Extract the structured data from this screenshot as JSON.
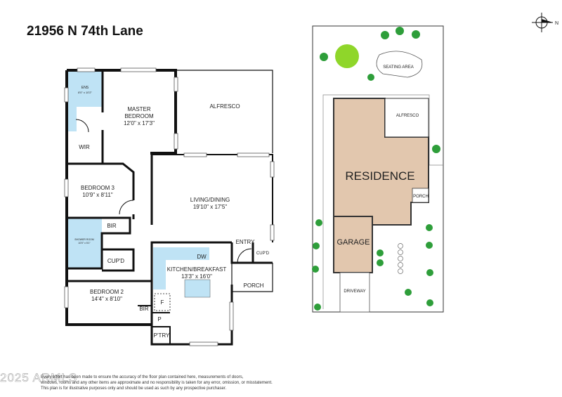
{
  "title": "21956 N 74th Lane",
  "rooms": {
    "ens": "ENS",
    "ens_dim": "8'0\" x 10'2\"",
    "master": "MASTER",
    "master2": "BEDROOM",
    "master_dim": "12'0\" x 17'3\"",
    "alfresco": "ALFRESCO",
    "wir": "WIR",
    "bed3": "BEDROOM 3",
    "bed3_dim": "10'9\" x 8'11\"",
    "living": "LIVING/DINING",
    "living_dim": "19'10\" x 17'5\"",
    "bir": "BIR",
    "shower": "SHOWER ROOM",
    "shower_dim": "10'0\" x 5'1\"",
    "cupd": "CUP'D",
    "entry": "ENTRY",
    "cupd2": "CUP'D",
    "dw": "DW",
    "kitchen": "KITCHEN/BREAKFAST",
    "kitchen_dim": "13'3\" x 16'0\"",
    "porch": "PORCH",
    "bed2": "BEDROOM 2",
    "bed2_dim": "14'4\" x 8'10\"",
    "bir2": "BIR",
    "f": "F",
    "p": "P",
    "ptry": "P'TRY"
  },
  "site": {
    "seating": "SEATING AREA",
    "alfresco": "ALFRESCO",
    "residence": "RESIDENCE",
    "porch": "PORCH",
    "garage": "GARAGE",
    "driveway": "DRIVEWAY",
    "north": "N"
  },
  "disclaimer": [
    "Every effort has been made to ensure the accuracy of the floor plan contained here, measurements of doors,",
    "windows, rooms and any other items are approximate and no responsibility is taken for any error, omission, or misstatement.",
    "This plan is for illustrative purposes only and should be used as such by any prospective purchaser."
  ],
  "watermark": "2025 ARMLS",
  "colors": {
    "wet": "#bfe3f5",
    "residence": "#e2c7ae",
    "tree": "#2e9e3a",
    "bigtree": "#8fd62a"
  }
}
